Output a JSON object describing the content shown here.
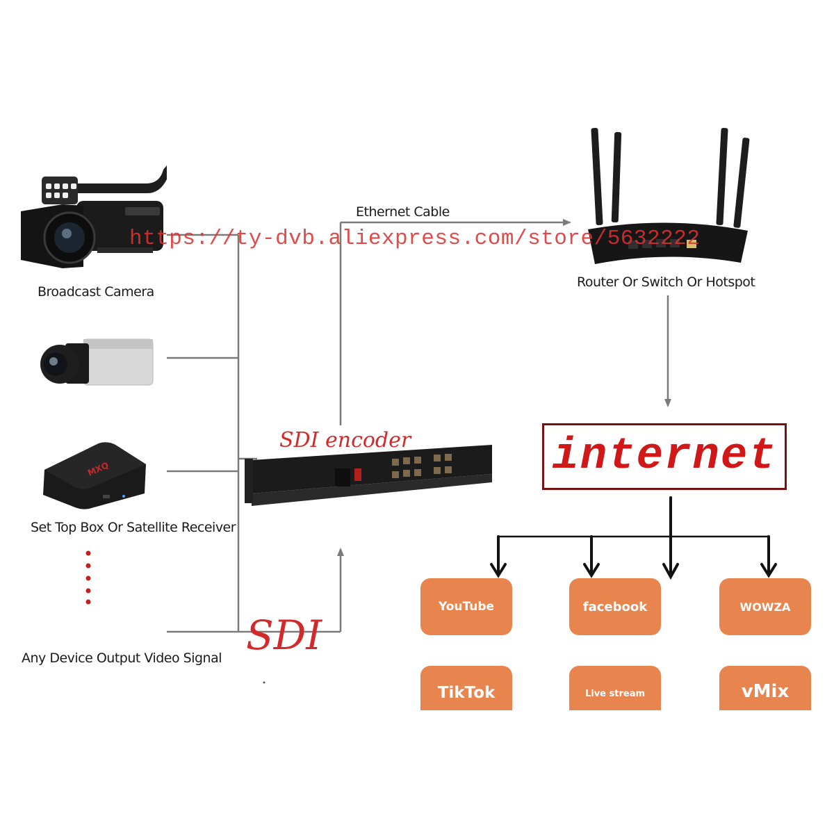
{
  "labels": {
    "broadcast_camera": "Broadcast Camera",
    "ethernet_cable": "Ethernet Cable",
    "router": "Router Or Switch Or Hotspot",
    "set_top_box": "Set Top Box Or Satellite Receiver",
    "any_device": "Any Device Output Video Signal",
    "sdi_encoder": "SDI encoder",
    "sdi": "SDI",
    "internet": "internet"
  },
  "watermark": "https://ty-dvb.aliexpress.com/store/5632222",
  "services": [
    {
      "label": "YouTube"
    },
    {
      "label": "facebook"
    },
    {
      "label": "WOWZA"
    },
    {
      "label": "TikTok"
    },
    {
      "label": "Live stream"
    },
    {
      "label": "vMix"
    }
  ],
  "colors": {
    "service_fill": "#e8844e",
    "wire": "#7a7a7a",
    "handwriting": "#d22a2a",
    "internet_border": "#7a1010"
  }
}
